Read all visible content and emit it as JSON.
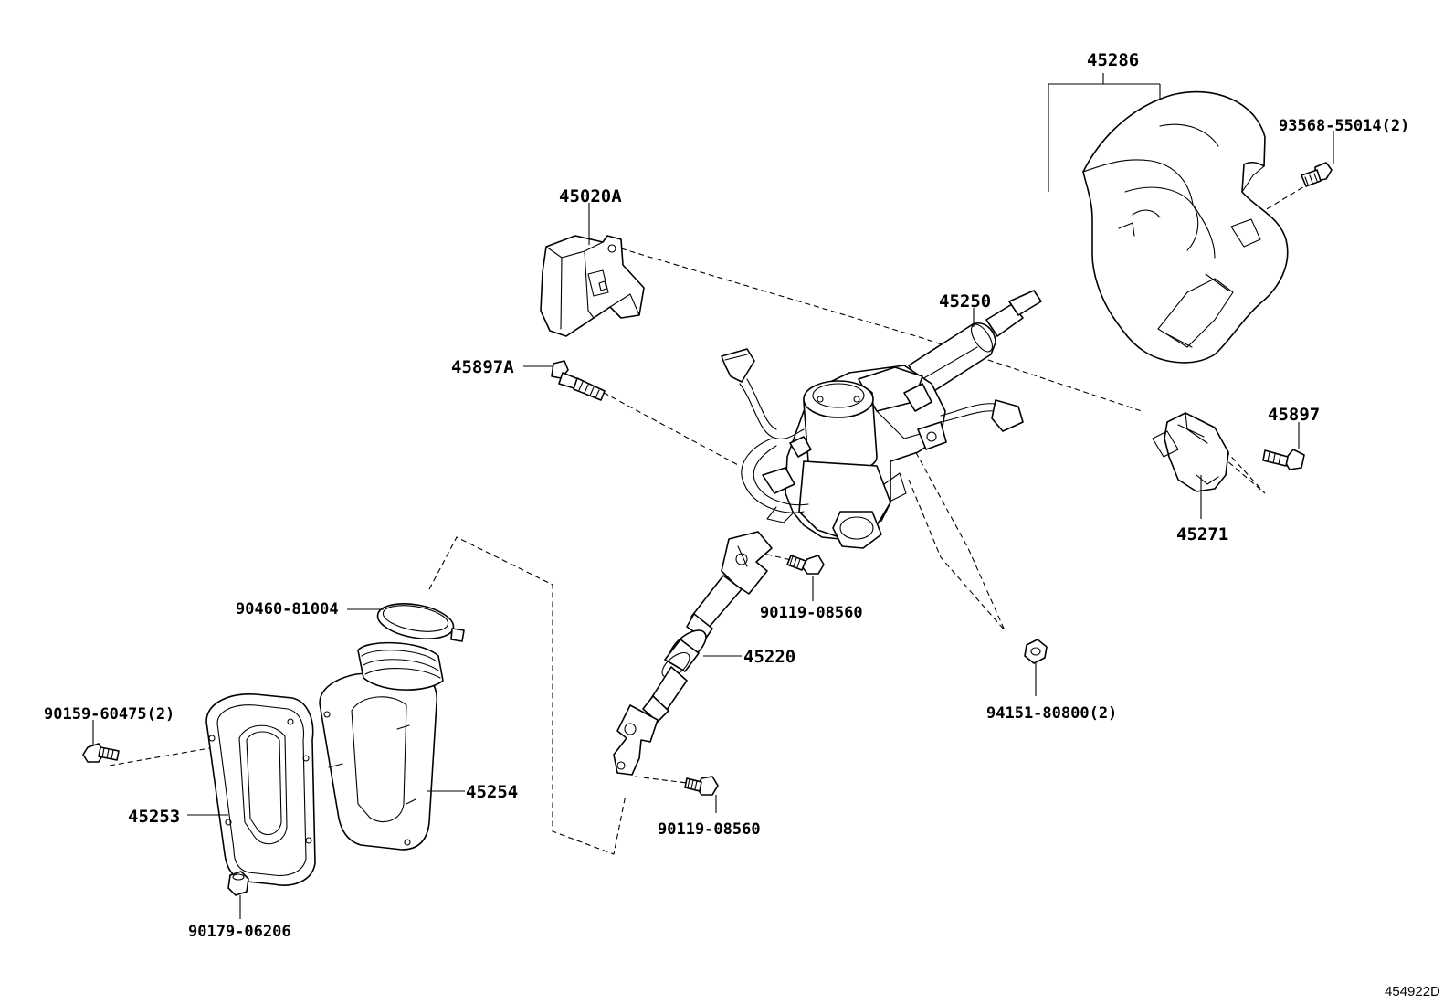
{
  "diagram": {
    "reference_code": "454922D",
    "labels": {
      "p45286": "45286",
      "p93568": "93568-55014(2)",
      "p45020A": "45020A",
      "p45250": "45250",
      "p45897A": "45897A",
      "p45897": "45897",
      "p45271": "45271",
      "p90460": "90460-81004",
      "p90119a": "90119-08560",
      "p45220": "45220",
      "p94151": "94151-80800(2)",
      "p90159": "90159-60475(2)",
      "p45254": "45254",
      "p45253": "45253",
      "p90119b": "90119-08560",
      "p90179": "90179-06206"
    }
  }
}
